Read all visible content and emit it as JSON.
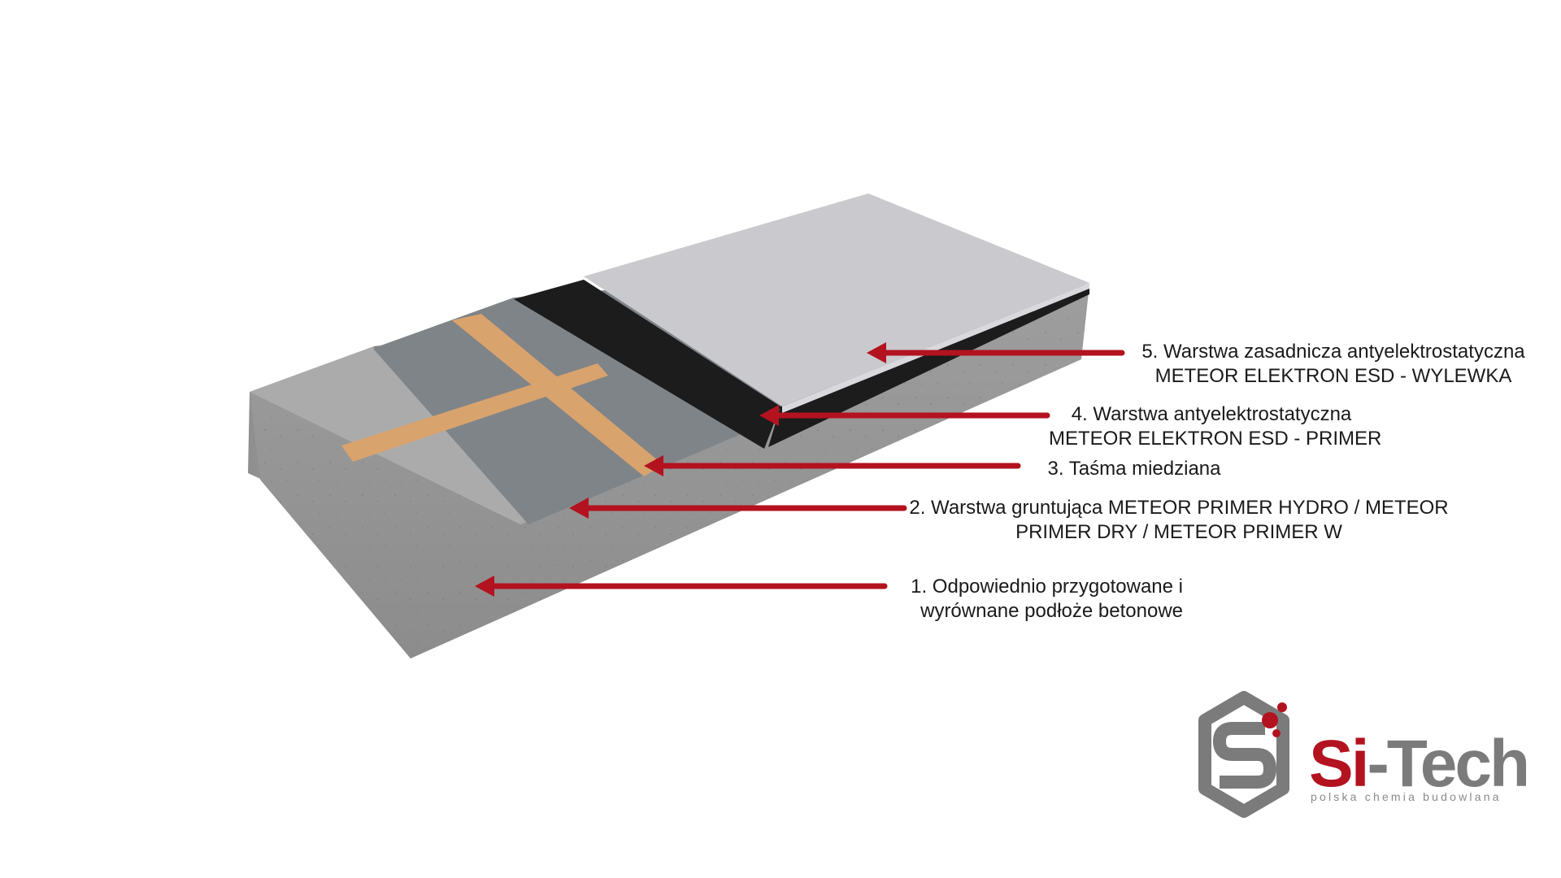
{
  "colors": {
    "arrow": "#b3121f",
    "concrete": "#a6a6a6",
    "primer": "#7f8488",
    "copper_tape": "#d9a36e",
    "esd_primer": "#1c1c1c",
    "esd_topcoat": "#c9c9ce",
    "brand_red": "#b3121f",
    "brand_gray": "#7b7b7b"
  },
  "layers": [
    {
      "lines": [
        "1. Odpowiednio przygotowane i",
        "wyrównane podłoże betonowe"
      ]
    },
    {
      "lines": [
        "2. Warstwa gruntująca METEOR PRIMER HYDRO / METEOR",
        "PRIMER DRY / METEOR PRIMER W"
      ]
    },
    {
      "lines": [
        "3. Taśma miedziana"
      ]
    },
    {
      "lines": [
        "4. Warstwa antyelektrostatyczna",
        "METEOR ELEKTRON ESD - PRIMER"
      ]
    },
    {
      "lines": [
        "5. Warstwa zasadnicza antyelektrostatyczna",
        "METEOR ELEKTRON ESD - WYLEWKA"
      ]
    }
  ],
  "logo": {
    "name_part1": "Si",
    "name_part2": "-Tech",
    "tagline": "polska chemia budowlana"
  }
}
